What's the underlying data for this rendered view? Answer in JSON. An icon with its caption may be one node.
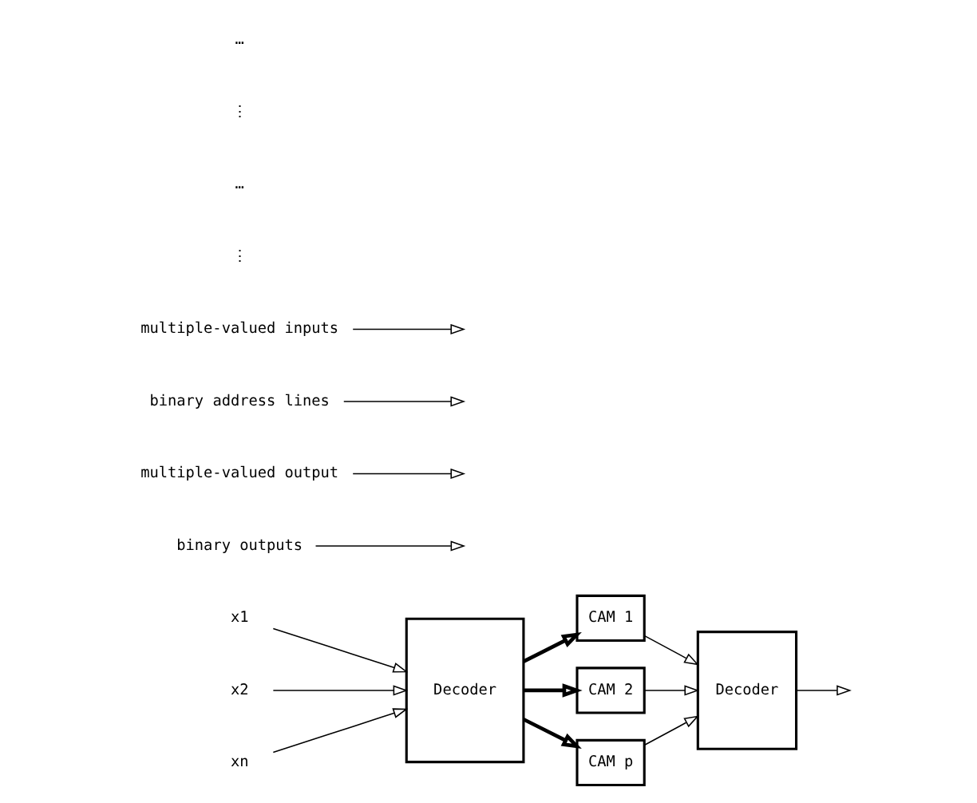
{
  "diagram": {
    "nodes": [
      {
        "text": [
          "x1"
        ]
      },
      {
        "text": [
          "x2"
        ]
      },
      {
        "text": [
          "xn"
        ]
      },
      {
        "text": [
          "Decoder"
        ]
      },
      {
        "text": [
          "CAM 1"
        ]
      },
      {
        "text": [
          "CAM 2"
        ]
      },
      {
        "text": [
          "CAM p"
        ]
      },
      {
        "text": [
          "Decoder"
        ]
      },
      {
        "text": [
          "binary outputs"
        ]
      },
      {
        "text": [
          "multiple-valued output"
        ]
      },
      {
        "text": [
          "binary address lines"
        ]
      },
      {
        "text": [
          "multiple-valued inputs"
        ]
      }
    ],
    "edges": [
      {
        "from": 0,
        "to": 3,
        "arrow": "to"
      },
      {
        "from": 1,
        "to": 3,
        "arrow": "to"
      },
      {
        "from": 2,
        "to": 3,
        "arrow": "to"
      },
      {
        "from": 3,
        "to": 4,
        "arrow": "to",
        "style": "thick"
      },
      {
        "from": 3,
        "to": 5,
        "arrow": "to",
        "style": "thick"
      },
      {
        "from": 3,
        "to": 6,
        "arrow": "to",
        "style": "thick"
      },
      {
        "from": 4,
        "to": 7,
        "arrow": "to"
      },
      {
        "from": 5,
        "to": 7,
        "arrow": "to"
      },
      {
        "from": 6,
        "to": 7,
        "arrow": "to"
      },
      {
        "from": 7,
        "to": null,
        "arrow": "to"
      },
      {
        "from": 8,
        "to": null,
        "arrow": "to"
      },
      {
        "from": 9,
        "to": null,
        "arrow": "to"
      },
      {
        "from": 10,
        "to": null,
        "arrow": "to"
      },
      {
        "from": 11,
        "to": null,
        "arrow": "to"
      }
    ],
    "labels": [
      "⋮",
      "…",
      "⋮",
      "…"
    ]
  }
}
